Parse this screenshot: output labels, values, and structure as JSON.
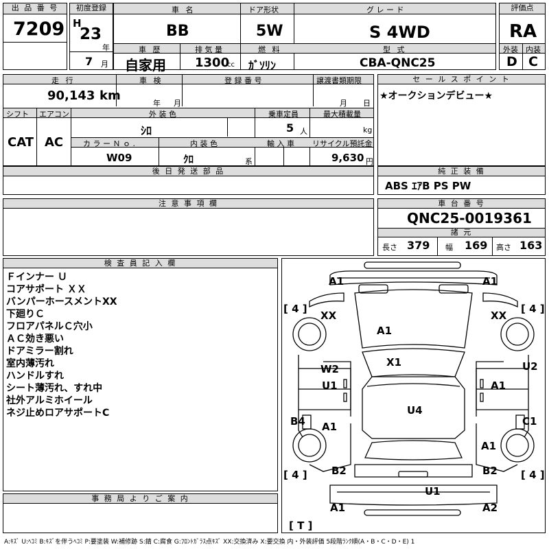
{
  "lot": {
    "header": "出 品 番 号",
    "value": "7209"
  },
  "first_reg": {
    "header": "初度登録",
    "era": "H",
    "year": "23",
    "year_unit": "年",
    "month": "7",
    "month_unit": "月"
  },
  "car_name": {
    "header": "車 名",
    "value": "BB"
  },
  "door": {
    "header": "ドア形状",
    "value": "5W"
  },
  "grade": {
    "header": "グ レ ー ド",
    "value": "S 4WD"
  },
  "score": {
    "header": "評価点",
    "value": "RA"
  },
  "history": {
    "header": "車 歴",
    "value": "自家用"
  },
  "displacement": {
    "header": "排 気 量",
    "value": "1300",
    "unit": "cc"
  },
  "fuel": {
    "header": "燃 料",
    "value": "ｶﾞｿﾘﾝ"
  },
  "model": {
    "header": "型 式",
    "value": "CBA-QNC25"
  },
  "exterior_grade": {
    "header": "外装",
    "value": "D"
  },
  "interior_grade": {
    "header": "内装",
    "value": "C"
  },
  "mileage": {
    "header": "走 行",
    "value": "90,143",
    "unit": "km"
  },
  "inspection": {
    "header": "車 検",
    "year_unit": "年",
    "month_unit": "月"
  },
  "reg_number": {
    "header": "登 録 番 号"
  },
  "transfer_deadline": {
    "header": "譲渡書類期限",
    "month_unit": "月",
    "day_unit": "日"
  },
  "sales_point": {
    "header": "セ ー ル ス ポ イ ン ト",
    "text": "★オークションデビュー★"
  },
  "shift": {
    "header": "シフト",
    "value": "CAT"
  },
  "aircon": {
    "header": "エアコン",
    "value": "AC"
  },
  "exterior_color": {
    "header": "外 装 色",
    "value": "ｼﾛ"
  },
  "capacity": {
    "header": "乗車定員",
    "value": "5",
    "unit": "人"
  },
  "max_load": {
    "header": "最大積載量",
    "unit": "kg"
  },
  "color_no": {
    "header": "カ ラ ー Ｎ ｏ .",
    "value": "W09"
  },
  "interior_color": {
    "header": "内 装 色",
    "value": "ｸﾛ",
    "unit": "系"
  },
  "import": {
    "header": "輸 入 車"
  },
  "recycle": {
    "header": "リサイクル預託金",
    "value": "9,630",
    "unit": "円"
  },
  "later_parts": {
    "header": "後 日 発 送 部 品"
  },
  "equipment": {
    "header": "純 正 装 備",
    "value": "ABS ｴｱB PS PW"
  },
  "notes_header": "注 意 事 項 欄",
  "chassis": {
    "header": "車 台 番 号",
    "value": "QNC25-0019361"
  },
  "specs": {
    "header": "諸 元",
    "length_label": "長さ",
    "length": "379",
    "width_label": "幅",
    "width": "169",
    "height_label": "高さ",
    "height": "163"
  },
  "inspector": {
    "header": "検 査 員 記 入 欄",
    "lines": [
      "Ｆインナー Ｕ",
      "コアサポート ＸＸ",
      "バンパーホースメントXX",
      "下廻りＣ",
      "フロアパネルＣ穴小",
      "ＡＣ効き悪い",
      "ドアミラー割れ",
      "室内薄汚れ",
      "ハンドルすれ",
      "シート薄汚れ、すれ中",
      "社外アルミホイール",
      "ネジ止めロアサポートC"
    ]
  },
  "office": {
    "header": "事 務 局 よ り ご 案 内"
  },
  "legend": "A:ｷｽﾞ U:ﾍｺﾐ B:ｷｽﾞを伴うﾍｺﾐ P:要塗装 W:補修跡 S:錆 C:腐食 G:ﾌﾛﾝﾄｶﾞﾗｽ点ｷｽﾞ XX:交換済み X:要交換 内・外装評価 5段階ﾗﾝｸ順(A・B・C・D・E) 1",
  "diagram": {
    "tire_fl": "[ 4 ]",
    "tire_fr": "[ 4 ]",
    "tire_rl": "[ 4 ]",
    "tire_rr": "[ 4 ]",
    "spare": "[ T ]",
    "front_left": "A1",
    "front_right": "A1",
    "fender_left": "XX",
    "fender_right": "XX",
    "hood": "A1",
    "windshield": "X1",
    "door_fl_1": "W2",
    "door_fl_2": "U1",
    "door_fr": "A1",
    "pillar_r": "U2",
    "roof": "U4",
    "sill_l": "B4",
    "door_rl": "A1",
    "sill_r": "C1",
    "qtr_r": "A1",
    "rear_l": "B2",
    "rear_r": "B2",
    "rear_bumper": "U1",
    "bumper_rl": "A1",
    "bumper_rr": "A2"
  }
}
